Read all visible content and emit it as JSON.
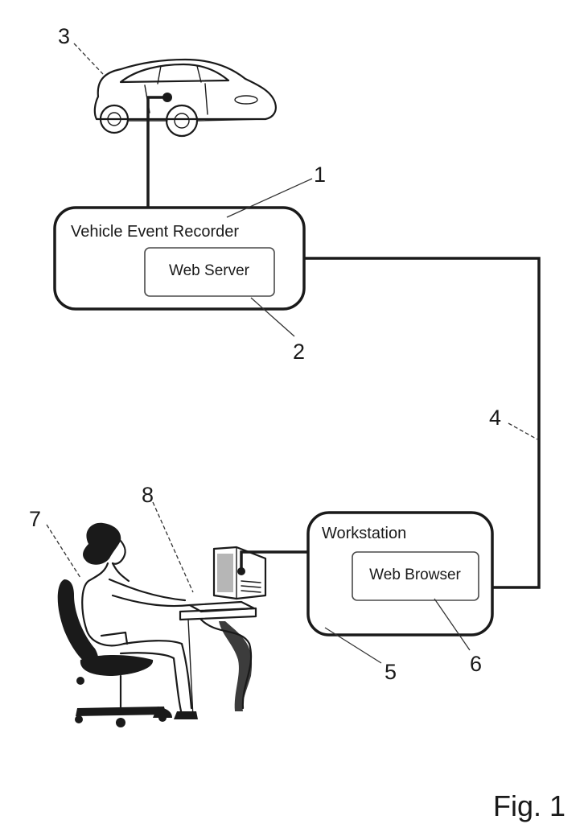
{
  "figure": {
    "caption": "Fig. 1"
  },
  "boxes": {
    "recorder": {
      "title": "Vehicle Event Recorder",
      "inner": "Web Server"
    },
    "workstation": {
      "title": "Workstation",
      "inner": "Web Browser"
    }
  },
  "reference_numerals": {
    "recorder": "1",
    "web_server": "2",
    "vehicle": "3",
    "network": "4",
    "workstation": "5",
    "web_browser": "6",
    "user": "7",
    "computer": "8"
  },
  "icons": {
    "vehicle": "car-icon",
    "user": "seated-person-icon",
    "computer": "desktop-computer-icon"
  }
}
